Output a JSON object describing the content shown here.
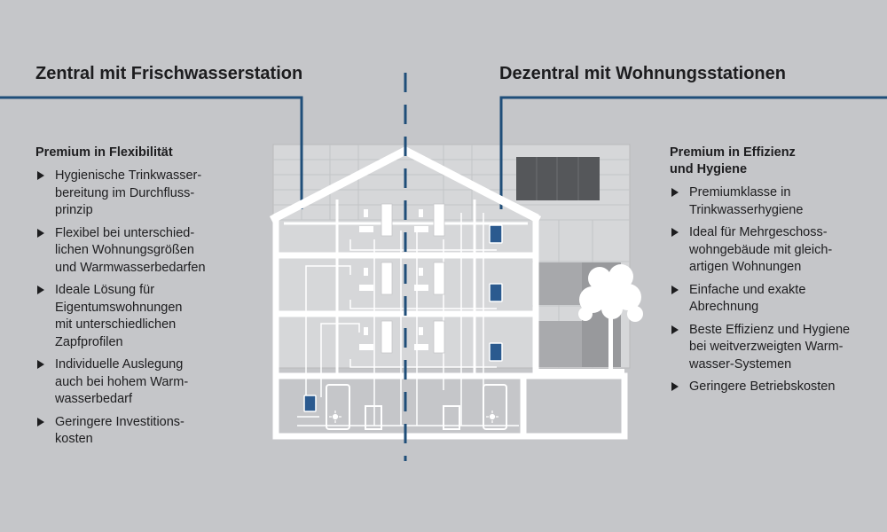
{
  "left": {
    "heading": "Zentral mit Frischwasserstation",
    "title": "Premium in Flexibilität",
    "bullets": [
      "Hygienische Trinkwasser-\nbereitung im Durchfluss-\nprinzip",
      "Flexibel bei unterschied-\nlichen Wohnungsgrößen\nund Warmwasserbedarfen",
      "Ideale Lösung für\nEigentumswohnungen\nmit unterschiedlichen\nZapfprofilen",
      "Individuelle Auslegung\nauch bei hohem Warm-\nwasserbedarf",
      "Geringere Investitions-\nkosten"
    ]
  },
  "right": {
    "heading": "Dezentral mit Wohnungsstationen",
    "title": "Premium in Effizienz\nund Hygiene",
    "bullets": [
      "Premiumklasse in\nTrinkwasserhygiene",
      "Ideal für Mehrgeschoss-\nwohngebäude mit gleich-\nartigen Wohnungen",
      "Einfache und exakte\nAbrechnung",
      "Beste Effizienz und Hygiene\nbei weitverzweigten Warm-\nwasser-Systemen",
      "Geringere Betriebskosten"
    ]
  },
  "colors": {
    "background": "#c5c6c9",
    "accent_blue": "#1f4e79",
    "station_blue": "#2b5a8f",
    "wall_white": "#ffffff",
    "text": "#1d1d1f"
  }
}
